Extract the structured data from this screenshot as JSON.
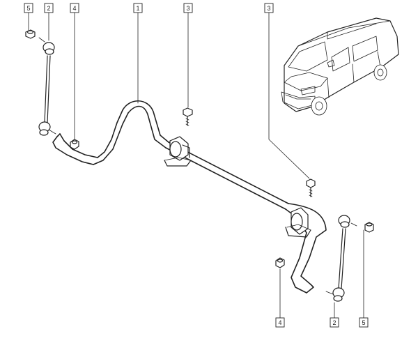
{
  "diagram": {
    "callouts": [
      {
        "label": "5"
      },
      {
        "label": "2"
      },
      {
        "label": "4"
      },
      {
        "label": "1"
      },
      {
        "label": "3"
      },
      {
        "label": "3"
      },
      {
        "label": "4"
      },
      {
        "label": "2"
      },
      {
        "label": "5"
      }
    ]
  },
  "colors": {
    "line": "#222222",
    "background": "#ffffff"
  }
}
